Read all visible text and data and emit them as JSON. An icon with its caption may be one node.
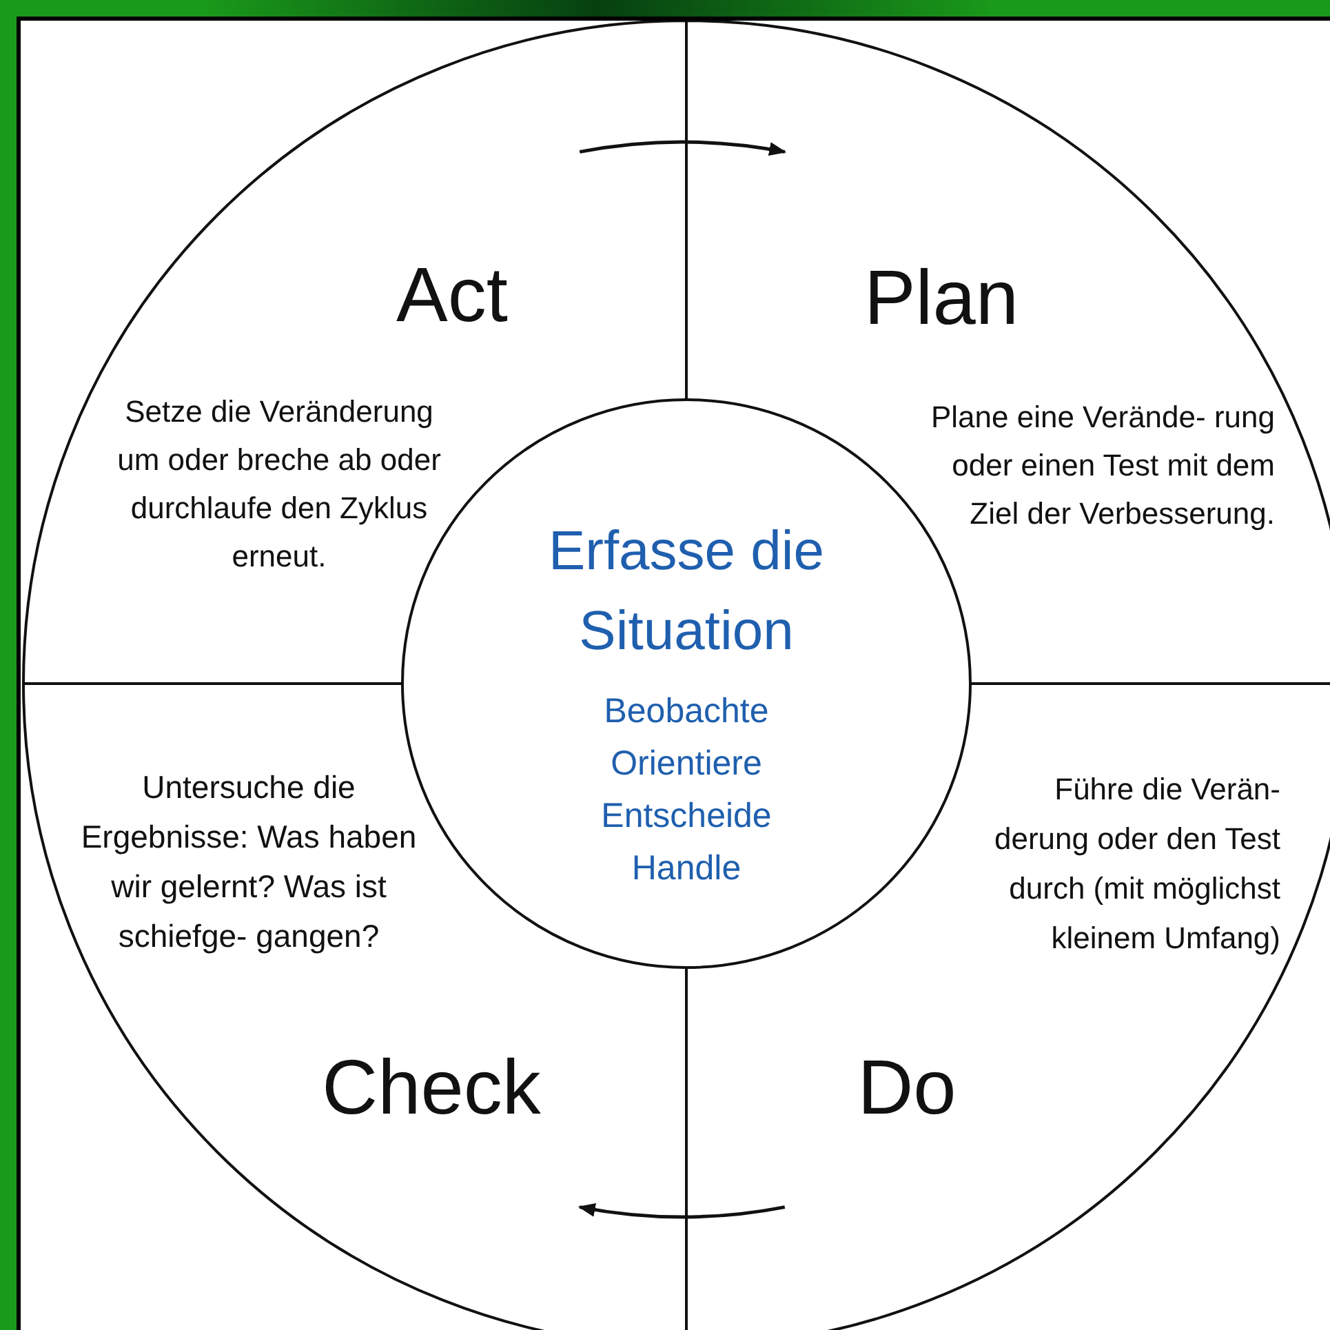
{
  "diagram": {
    "nodes": [
      {
        "text": [
          "Act",
          "Setze die Veränderung um oder breche ab oder durchlaufe den Zyklus erneut."
        ]
      },
      {
        "text": [
          "Plan",
          "Plane eine Verände- rung oder einen Test mit dem Ziel der Verbesserung."
        ]
      },
      {
        "text": [
          "Erfasse die Situation",
          "Beobachte Orientiere Entscheide Handle"
        ]
      },
      {
        "text": [
          "Untersuche die Ergebnisse: Was haben wir gelernt? Was ist schiefge- gangen?",
          "Check"
        ]
      },
      {
        "text": [
          "Führe die Verän- derung oder den Test durch (mit möglichst kleinem Umfang)",
          "Do"
        ]
      }
    ],
    "edges": [
      {
        "from": 0,
        "to": 1,
        "arrow": "to"
      },
      {
        "from": 4,
        "to": 3,
        "arrow": "to"
      }
    ]
  }
}
